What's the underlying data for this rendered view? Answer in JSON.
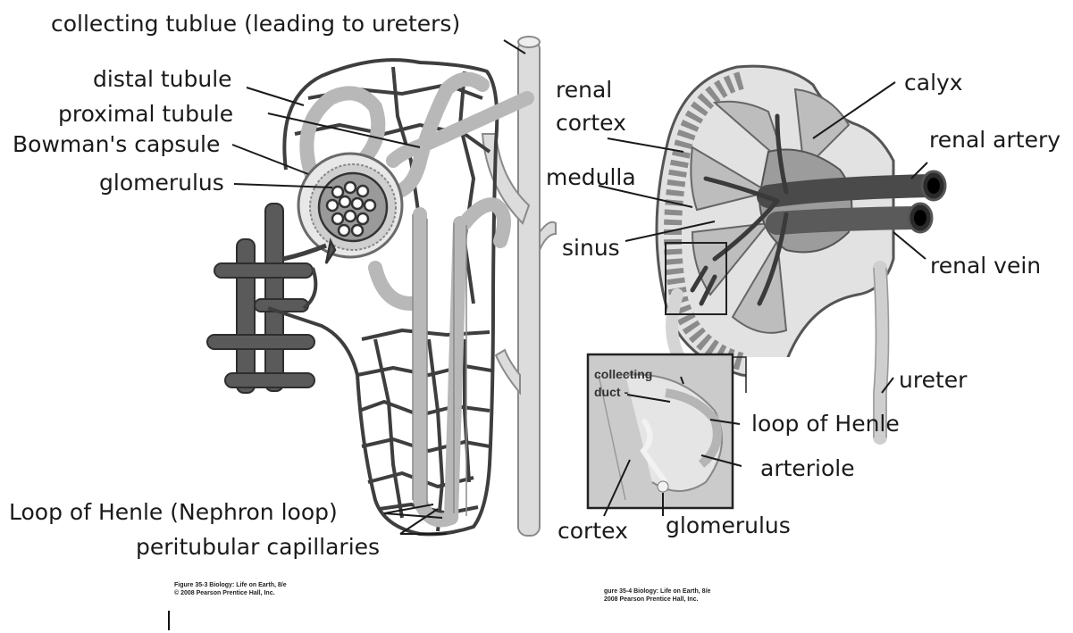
{
  "nephron_labels": {
    "collecting_tubule": "collecting tublue (leading to ureters)",
    "distal_tubule": "distal tubule",
    "proximal_tubule": "proximal tubule",
    "bowmans_capsule": "Bowman's capsule",
    "glomerulus": "glomerulus",
    "loop_of_henle": "Loop of Henle (Nephron loop)",
    "peritubular_capillaries": "peritubular capillaries"
  },
  "kidney_labels": {
    "renal": "renal",
    "cortex": "cortex",
    "medulla": "medulla",
    "sinus": "sinus",
    "calyx": "calyx",
    "renal_artery": "renal artery",
    "renal_vein": "renal vein",
    "ureter": "ureter",
    "loop_of_henle": "loop of Henle",
    "arteriole": "arteriole",
    "inset_cortex": "cortex",
    "inset_glomerulus": "glomerulus"
  },
  "inset_labels": {
    "collecting": "collecting",
    "duct": "duct -"
  },
  "credits": {
    "left_line1": "Figure 35-3  Biology: Life on Earth, 8/e",
    "left_line2": "© 2008 Pearson Prentice Hall, Inc.",
    "right_line1": "gure 35-4  Biology: Life on Earth, 8/e",
    "right_line2": "2008 Pearson Prentice Hall, Inc."
  }
}
